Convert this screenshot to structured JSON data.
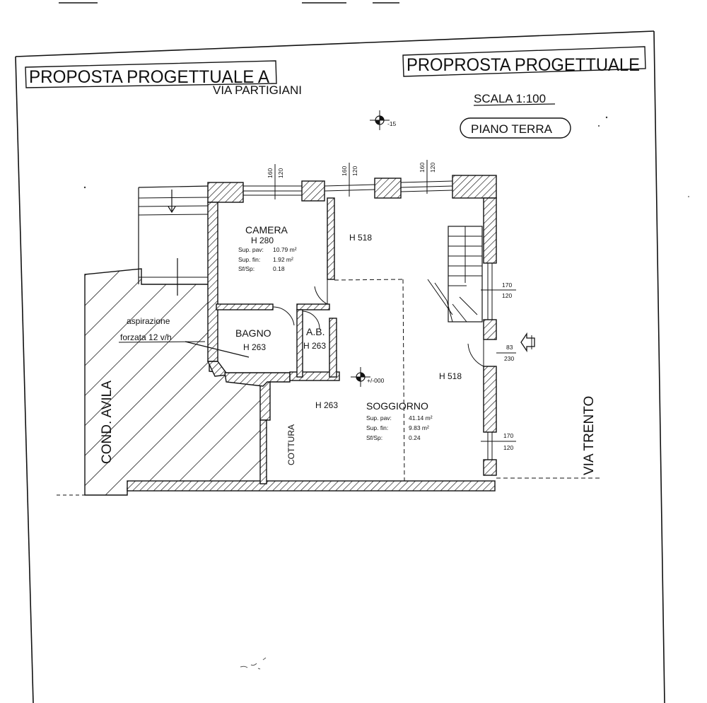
{
  "sheet": {
    "title_left": "PROPOSTA PROGETTUALE A",
    "title_right": "PROPROSTA PROGETTUALE",
    "street_top": "VIA PARTIGIANI",
    "scale": "SCALA 1:100",
    "floor": "PIANO TERRA",
    "street_left": "COND. AVILA",
    "street_right": "VIA TRENTO"
  },
  "levels": {
    "top_marker": "-15",
    "center_marker": "+/-000"
  },
  "dimensions": {
    "top_window_1": {
      "a": "160",
      "b": "120"
    },
    "top_window_2": {
      "a": "160",
      "b": "120"
    },
    "top_window_3": {
      "a": "160",
      "b": "120"
    },
    "right_window_1": {
      "a": "170",
      "b": "120"
    },
    "entrance": {
      "a": "83",
      "b": "230"
    },
    "right_window_2": {
      "a": "170",
      "b": "120"
    }
  },
  "rooms": {
    "camera": {
      "name": "CAMERA",
      "height": "H 280",
      "sup_pav_label": "Sup. pav:",
      "sup_pav_value": "10.79 m²",
      "sup_fin_label": "Sup. fin:",
      "sup_fin_value": "1.92 m²",
      "ratio_label": "Sf/Sp:",
      "ratio_value": "0.18"
    },
    "bagno": {
      "name": "BAGNO",
      "height": "H 263"
    },
    "ab": {
      "name": "A.B.",
      "height": "H 263"
    },
    "soggiorno": {
      "name": "SOGGIORNO",
      "height": "H 263",
      "sup_pav_label": "Sup. pav:",
      "sup_pav_value": "41.14 m²",
      "sup_fin_label": "Sup. fin:",
      "sup_fin_value": "9.83 m²",
      "ratio_label": "Sf/Sp:",
      "ratio_value": "0.24"
    },
    "cottura": {
      "name": "COTTURA"
    },
    "double_height_1": "H 518",
    "double_height_2": "H 518"
  },
  "annotations": {
    "vent_line1": "aspirazione",
    "vent_line2": "forzata 12 v/h"
  },
  "colors": {
    "ink": "#111111",
    "paper": "#ffffff"
  }
}
